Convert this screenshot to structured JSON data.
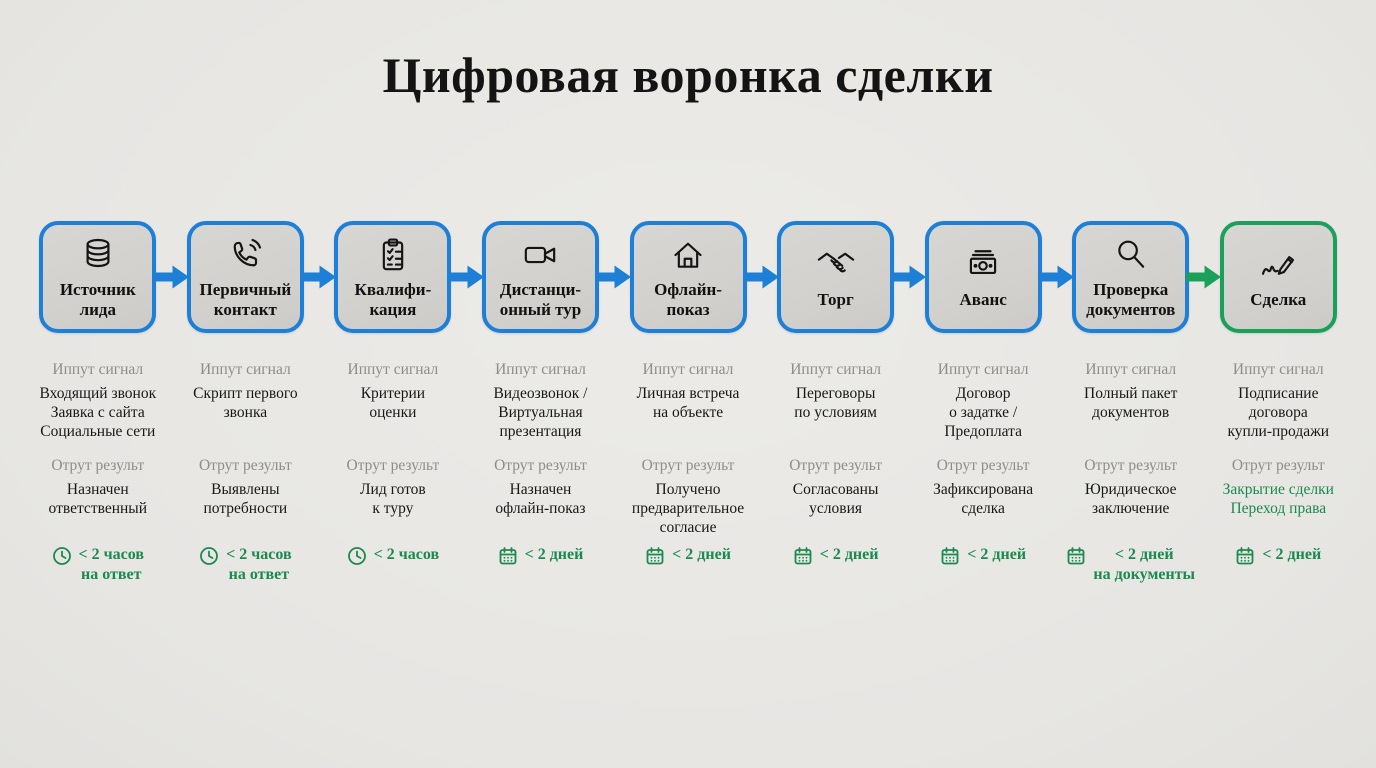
{
  "title": "Цифровая воронка сделки",
  "section_labels": {
    "input": "Иппут сигнал",
    "output": "Отрут результ"
  },
  "colors": {
    "background": "#e9e8e5",
    "box_fill": "#d4d3d0",
    "blue": "#1d7fd6",
    "green": "#1ba05c",
    "green_text": "#1b8a4e",
    "text": "#181818",
    "muted_label": "#8e8d8a"
  },
  "stages": [
    {
      "label_lines": [
        "Источник",
        "лида"
      ],
      "icon": "database-icon",
      "accent": "blue",
      "input_lines": [
        "Входящий звонок",
        "Заявка с сайта",
        "Социальные сети"
      ],
      "output_lines": [
        "Назначен",
        "ответственный"
      ],
      "output_green": false,
      "time_icon": "clock-icon",
      "time_lines": [
        "< 2 часов",
        "на ответ"
      ]
    },
    {
      "label_lines": [
        "Первичный",
        "контакт"
      ],
      "icon": "phone-icon",
      "accent": "blue",
      "input_lines": [
        "Скрипт первого",
        "звонка"
      ],
      "output_lines": [
        "Выявлены",
        "потребности"
      ],
      "output_green": false,
      "time_icon": "clock-icon",
      "time_lines": [
        "< 2 часов",
        "на ответ"
      ]
    },
    {
      "label_lines": [
        "Квалифи-",
        "кация"
      ],
      "icon": "clipboard-icon",
      "accent": "blue",
      "input_lines": [
        "Критерии",
        "оценки"
      ],
      "output_lines": [
        "Лид готов",
        "к туру"
      ],
      "output_green": false,
      "time_icon": "clock-icon",
      "time_lines": [
        "< 2 часов"
      ]
    },
    {
      "label_lines": [
        "Дистанци-",
        "онный тур"
      ],
      "icon": "video-camera-icon",
      "accent": "blue",
      "input_lines": [
        "Видеозвонок /",
        "Виртуальная",
        "презентация"
      ],
      "output_lines": [
        "Назначен",
        "офлайн-показ"
      ],
      "output_green": false,
      "time_icon": "calendar-icon",
      "time_lines": [
        "< 2 дней"
      ]
    },
    {
      "label_lines": [
        "Офлайн-",
        "показ"
      ],
      "icon": "house-icon",
      "accent": "blue",
      "input_lines": [
        "Личная встреча",
        "на объекте"
      ],
      "output_lines": [
        "Получено",
        "предварительное",
        "согласие"
      ],
      "output_green": false,
      "time_icon": "calendar-icon",
      "time_lines": [
        "< 2 дней"
      ]
    },
    {
      "label_lines": [
        "Торг"
      ],
      "icon": "handshake-icon",
      "accent": "blue",
      "input_lines": [
        "Переговоры",
        "по условиям"
      ],
      "output_lines": [
        "Согласованы",
        "условия"
      ],
      "output_green": false,
      "time_icon": "calendar-icon",
      "time_lines": [
        "< 2 дней"
      ]
    },
    {
      "label_lines": [
        "Аванс"
      ],
      "icon": "banknote-icon",
      "accent": "blue",
      "input_lines": [
        "Договор",
        "о задатке /",
        "Предоплата"
      ],
      "output_lines": [
        "Зафиксирована",
        "сделка"
      ],
      "output_green": false,
      "time_icon": "calendar-icon",
      "time_lines": [
        "< 2 дней"
      ]
    },
    {
      "label_lines": [
        "Проверка",
        "документов"
      ],
      "icon": "magnifier-icon",
      "accent": "blue",
      "input_lines": [
        "Полный пакет",
        "документов"
      ],
      "output_lines": [
        "Юридическое",
        "заключение"
      ],
      "output_green": false,
      "time_icon": "calendar-icon",
      "time_lines": [
        "< 2 дней",
        "на документы"
      ]
    },
    {
      "label_lines": [
        "Сделка"
      ],
      "icon": "pen-signature-icon",
      "accent": "green",
      "input_lines": [
        "Подписание",
        "договора",
        "купли-продажи"
      ],
      "output_lines": [
        "Закрытие сделки",
        "Переход права"
      ],
      "output_green": true,
      "time_icon": "calendar-icon",
      "time_lines": [
        "< 2 дней"
      ]
    }
  ],
  "arrows": [
    "blue",
    "blue",
    "blue",
    "blue",
    "blue",
    "blue",
    "blue",
    "green"
  ]
}
